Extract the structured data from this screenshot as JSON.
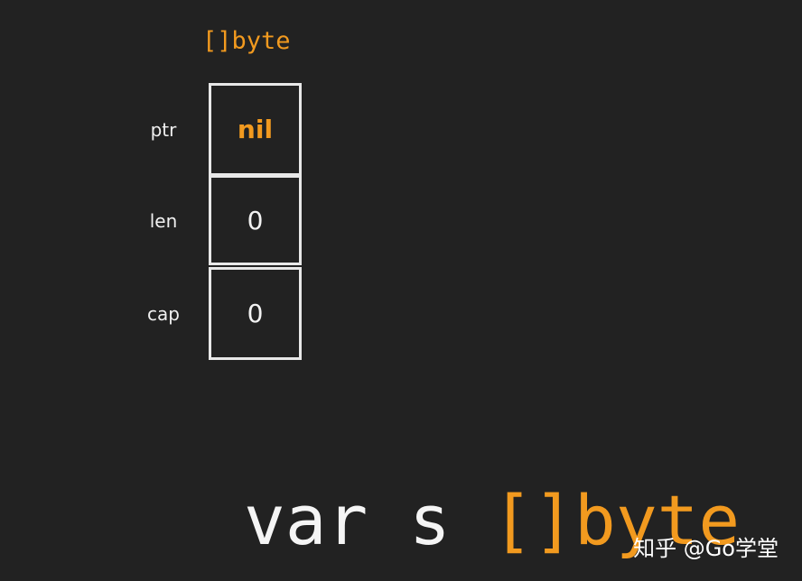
{
  "diagram": {
    "type_label": "[]byte",
    "fields": [
      {
        "name": "ptr",
        "value": "nil"
      },
      {
        "name": "len",
        "value": "0"
      },
      {
        "name": "cap",
        "value": "0"
      }
    ],
    "colors": {
      "background": "#222222",
      "accent": "#f29a1f",
      "text": "#f2f2f2",
      "box_border": "#e8e8e8"
    }
  },
  "code": {
    "prefix": "var s ",
    "type": "[]byte"
  },
  "watermark": "知乎 @Go学堂"
}
